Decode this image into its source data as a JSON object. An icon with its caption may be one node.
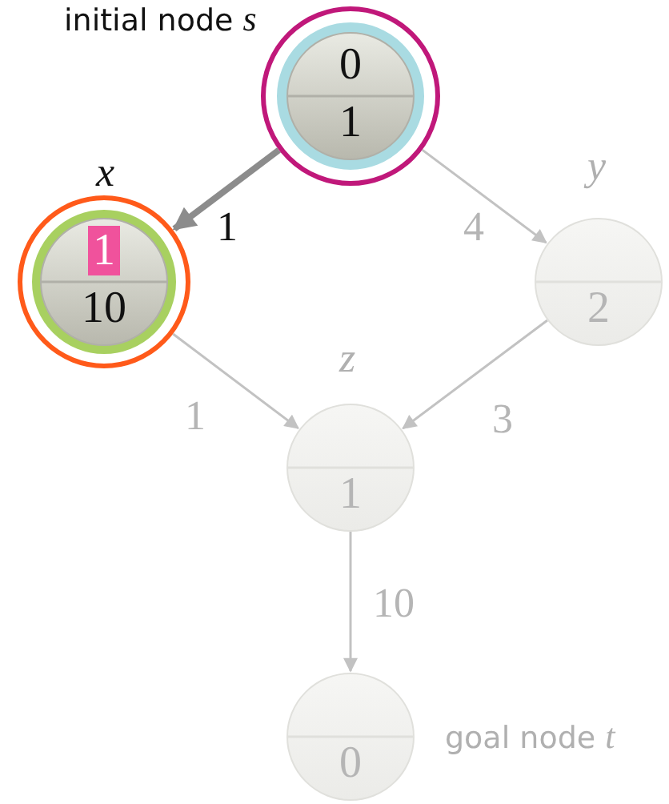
{
  "diagram": {
    "nodes": [
      {
        "text": [
          "0",
          "1"
        ],
        "beside": [
          "initial node *s*"
        ]
      },
      {
        "text": [
          "1",
          "10"
        ],
        "beside": [
          "x"
        ]
      },
      {
        "text": [
          "2"
        ],
        "beside": [
          "y"
        ]
      },
      {
        "text": [
          "1"
        ],
        "beside": [
          "z"
        ]
      },
      {
        "text": [
          "0"
        ],
        "beside": [
          "goal node *t*"
        ]
      }
    ],
    "edges": [
      {
        "from": 0,
        "to": 1,
        "arrow": "to",
        "label": "1",
        "style": "thick",
        "color": "#8c8c8c"
      },
      {
        "from": 0,
        "to": 2,
        "arrow": "to",
        "label": "4"
      },
      {
        "from": 1,
        "to": 3,
        "arrow": "to",
        "label": "1"
      },
      {
        "from": 2,
        "to": 3,
        "arrow": "to",
        "label": "3"
      },
      {
        "from": 3,
        "to": 4,
        "arrow": "to",
        "label": "10"
      }
    ]
  }
}
